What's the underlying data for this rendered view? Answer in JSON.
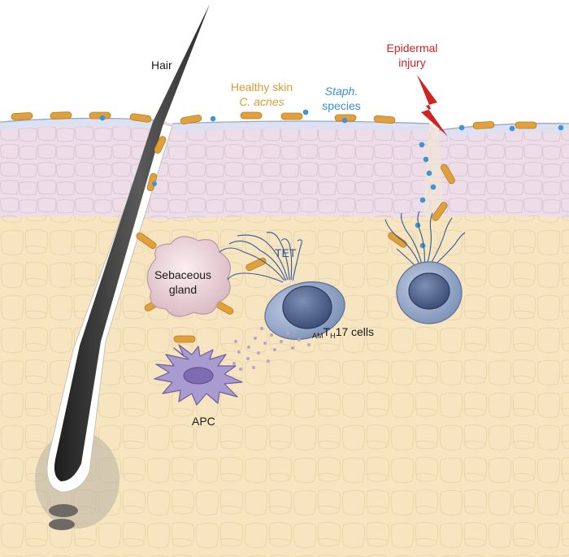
{
  "labels": {
    "hair": "Hair",
    "healthy_skin": "Healthy skin",
    "c_acnes": "C. acnes",
    "staph": "Staph.",
    "species": "species",
    "epidermal": "Epidermal",
    "injury": "injury",
    "sebaceous": "Sebaceous",
    "gland": "gland",
    "tet": "TET",
    "cells_sub1": "AM",
    "cells_T": "T",
    "cells_sub2": "H",
    "cells_rest": "17 cells",
    "apc": "APC"
  },
  "colors": {
    "bacteria_orange": "#e0a03e",
    "staph_blue": "#3d95d6",
    "injury_red": "#d42222",
    "epidermis_pink": "#ecdde8",
    "dermis_tan": "#f6e5c0",
    "tcell_blue": "#8fa3c4",
    "apc_purple": "#a99bd0"
  }
}
